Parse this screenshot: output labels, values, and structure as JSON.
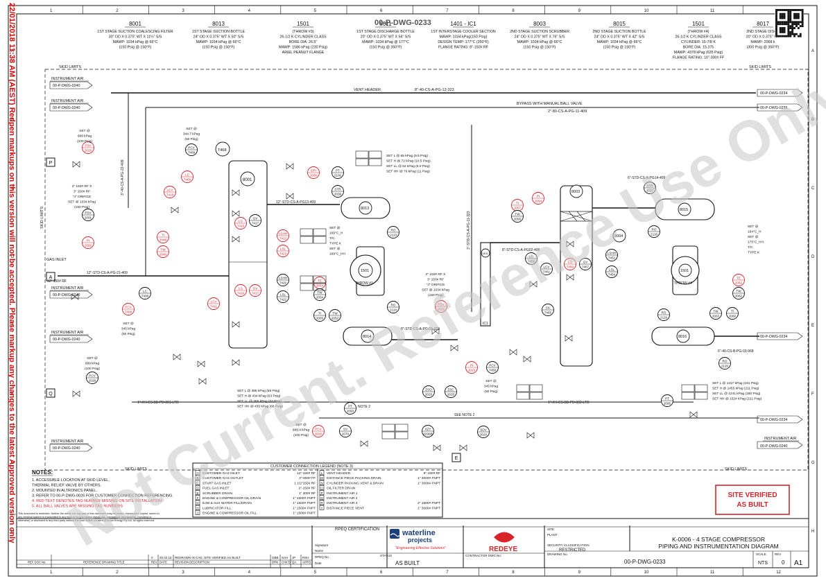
{
  "drawing": {
    "number": "00-P-DWG-0233",
    "top_number": "00-P-DWG-0233",
    "title_line1": "K-0006 - 4 STAGE COMPRESSOR",
    "title_line2": "PIPING AND INSTRUMENTATION DIAGRAM",
    "status": "AS BUILT",
    "security_classification": "RESTRICTED",
    "scale": "NTS",
    "rev": "0",
    "sheet": "A1",
    "site_verified_1": "SITE VERIFIED",
    "site_verified_2": "AS BUILT"
  },
  "watermark": "Not Current. Reference Use Only.",
  "side_banner": "22/01/2018 11:38 AM (AEST) Redpen markups on this version will not be accepted. Please markup any changes to the latest Approved version only",
  "columns": [
    "1",
    "2",
    "3",
    "4",
    "5",
    "6",
    "7",
    "8",
    "9",
    "10",
    "11",
    "12"
  ],
  "rows": [
    "A",
    "B",
    "C",
    "D",
    "E",
    "F",
    "G",
    "H"
  ],
  "equipment": [
    {
      "tag": "8001",
      "l1": "1ST STAGE SUCTION COALESCING FILTER",
      "l2": "30\" OD X 0.375\" WT X 11¼\" S/S",
      "l3": "MAWP: 1034 kPag @ 66°C",
      "l4": "(150 Psig @ 150°F)",
      "l5": ""
    },
    {
      "tag": "8013",
      "l1": "1ST STAGE SUCTION BOTTLE",
      "l2": "24\" OD X 0.375\" WT X 50\" S/S",
      "l3": "MAWP: 1034 kPag @ 66°C",
      "l4": "(150 Psig @ 150°F)",
      "l5": ""
    },
    {
      "tag": "1501",
      "l1": "(THROW #3)",
      "l2": "26-1/2 K CYLINDER CLASS",
      "l3": "BORE DIA: 26.5\"",
      "l4": "MAWP: 1586 kPag (230 Psig)",
      "l5": "ARIEL PEANUT FLANGE"
    },
    {
      "tag": "8011",
      "l1": "1ST STAGE DISCHARGE BOTTLE",
      "l2": "20\" OD X 0.375\" WT X 56\" S/S",
      "l3": "MAWP: 1034 kPag @ 177°C",
      "l4": "(150 Psig @ 350°F)",
      "l5": ""
    },
    {
      "tag": "1401 - IC1",
      "l1": "1ST INTERSTAGE COOLER SECTION",
      "l2": "MAWP: 1034 kPag(150 Psig)",
      "l3": "DESIGN TEMP: 177°C (350°F)",
      "l4": "FLANGE RATING: 8\"-150# RF",
      "l5": ""
    },
    {
      "tag": "8003",
      "l1": "2ND STAGE SUCTION SCRUBBER",
      "l2": "24\" OD X 0.375\" WT X 76\" S/S",
      "l3": "MAWP: 1034 kPag @ 66°C",
      "l4": "(150 Psig @ 150°F)",
      "l5": ""
    },
    {
      "tag": "8015",
      "l1": "2ND STAGE SUCTION BOTTLE",
      "l2": "24\" OD X 0.375\" WT X 42\" S/S",
      "l3": "MAWP: 1034 kPag @ 66°C",
      "l4": "(150 Psig @ 150°F)",
      "l5": ""
    },
    {
      "tag": "1501",
      "l1": "(THROW #4)",
      "l2": "26-1/2 K CYLINDER CLASS",
      "l3": "CYLINDER: 15-7/8 K",
      "l4": "BORE DIA: 15.375",
      "l5": "MAWP: 4378 kPag (635 Psig)",
      "l6": "FLANGE RATING: 10\"-300# FF"
    },
    {
      "tag": "8017",
      "l1": "2ND STAGE DISCH",
      "l2": "20\" OD X 0.375\" WT",
      "l3": "MAWP: 2068 k",
      "l4": "(300 Psig @ 350°F)",
      "l5": ""
    }
  ],
  "lines": {
    "vent_header": "VENT HEADER",
    "vent_line": "8\"-40-CS-A-PG-12-323",
    "bypass": "BYPASS WITH MANUAL BALL VALVE",
    "bypass_line": "2\"-80-CS-A-PG-11-409",
    "skid_limits": "SKID LIMITS",
    "gas_inlet": "GAS INLET",
    "gas_inlet_size": "12\" 150# RF",
    "inlet_line": "12\"-STD-CS-A-PG-21-409",
    "line_13": "12\"-STD-CS-A-PG13-409",
    "line_8": "8\"-STD-CS-A-PG-01-323",
    "line_8b": "8\"-STD-CS-A-PG02-409",
    "line_6": "6\"-STD-CS-A-PG14-409",
    "line_xh1": "1\"-XH-CS-BB-PD-001-LTO",
    "line_xh2": "1\"-XH-CS-BB-PD-002-LTO",
    "line_6b": "6\"-40-CS-B-PG-03-968",
    "vert_line": "3\"-40-CS-A-PG-22-409",
    "vert_line2": "3\"-STD-CS-A-PG-11-323",
    "see_note": "SEE NOTE 2",
    "note2": "NOTE 2"
  },
  "refs": [
    {
      "title": "INSTRUMENT AIR",
      "dwg": "00-P-DWG-0240"
    },
    {
      "title": "INSTRUMENT AIR",
      "dwg": "00-P-DWG-0240"
    },
    {
      "title": "INSTRUMENT AIR",
      "dwg": "00-P-DWG-0240"
    },
    {
      "title": "INSTRUMENT AIR",
      "dwg": "00-P-DWG-0240"
    },
    {
      "title": "INSTRUMENT AIR",
      "dwg": "00-P-DWG-0240"
    }
  ],
  "right_refs": [
    "00-P-DWG-0234",
    "00-P-DWG-0235",
    "00-P-DWG-0234",
    "00-P-DWG-0234"
  ],
  "right_ia": {
    "title": "INSTRUMENT AIR",
    "dwg": "00-P-DWG-0240"
  },
  "setpoints": {
    "psv2026": [
      "SET @",
      "689 kPag",
      "(100 Psig)"
    ],
    "psv2001": [
      "2\" 150# RF X",
      "3\" 150# RF",
      "\"J\" ORIFICE",
      "SET @ 1034 kPag",
      "(150 Psig)"
    ],
    "pcv7408": [
      "SET @",
      "345 kPag",
      "(50 Psig)"
    ],
    "pcv2028": [
      "SET @",
      "689 kPag",
      "(100 Psig)"
    ],
    "pcv7409": [
      "SET @",
      "344.7 kPag",
      "(50 Psig)"
    ],
    "pt2100": [
      "SET L @ 65 kPag (9.5 Psig)",
      "SET H @ 72 kPag (10.5 Psig)",
      "SET LL @ 62 kPag (9.0 Psig)",
      "SET HH @ 76 kPag (11 Psig)"
    ],
    "psv2002": [
      "2\" 150# RF X",
      "3\" 150# RF",
      "\"J\" ORIFICE",
      "SET @ 1034 kPag",
      "(150 Psig)"
    ],
    "pcv7458": [
      "SET @",
      "345 kPag",
      "(50 Psig)"
    ],
    "pt2093": [
      "SET L @ 386 kPag (56 Psig)",
      "SET H @ 434 kPag (63 Psig)",
      "SET LL @ 365 kPag (53 Psig)",
      "SET HH @ 455 kPag (66 Psig)"
    ],
    "pt2095": [
      "SET L @ 1317 kPag (191 Psig)",
      "SET H @ 1455 kPag (211 Psig)",
      "SET LL @ 1241 kPag (180 Psig)",
      "SET HH @ 1524 kPag (221 Psig)"
    ],
    "te2054": [
      "SET @",
      "169°C_H",
      "T/C",
      "TYPE K",
      "SET @",
      "169°C_HH"
    ],
    "te2062": [
      "SET @",
      "164°C_H",
      "SET @",
      "175°C_HH",
      "T/C",
      "TYPE K"
    ],
    "set689": [
      "SET @",
      "689.4 kPag",
      "(100 Psig)"
    ]
  },
  "notes_title": "NOTES:",
  "notes": [
    "1. ACCESSIBLE LOCATION AT SKID LEVEL,",
    "    THERMAL RELIEF VALVE BY OTHERS.",
    "2. MOUNTED IN ALTRONICS PANEL.",
    "3. REFER TO 00-P-DWG-0026 FOR CUSTOMER CONNECTION REFERENCING.",
    "4. RED TEXT DENOTES TAG NUMBER MISSING ON SITE INSTALLATION",
    "5. ALL BALL VALVES ARE MISSING TAG NUMBERS"
  ],
  "legend_title": "CUSTOMER CONNECTION LEGEND (NOTE 3)",
  "legend_left": [
    [
      "A",
      "CUSTOMER GAS INLET",
      "12\"-150# RF"
    ],
    [
      "B",
      "CUSTOMER GAS OUTLET",
      "3\"-900# FF"
    ],
    [
      "C",
      "START GAS INLET",
      "1 1/2\"150# RF"
    ],
    [
      "D",
      "FUEL GAS INLET",
      "2\"-150# RF"
    ],
    [
      "E",
      "SCRUBBER DRAIN",
      "1\" 300# RF"
    ],
    [
      "F",
      "ENGINE & COMPRESSOR OIL DRAIN",
      "1\" 1500# FNPT"
    ],
    [
      "G",
      "EJW & AUX WATER FILL/DRAIN",
      "1\" 1500# FNPT"
    ],
    [
      "H",
      "LUBRICATOR FILL",
      "1\" 1500# FNPT"
    ],
    [
      "J",
      "ENGINE & COMPRESSOR OIL FILL",
      "1\" 1500# FNPT"
    ]
  ],
  "legend_right": [
    [
      "L",
      "VENT HEADER",
      "8\"-150# RF"
    ],
    [
      "M",
      "DISTANCE PIECE PACKING DRAIN",
      "1\" 3000# FNPT"
    ],
    [
      "N",
      "CYLINDER PACKING VENT & DRAIN",
      "1\" 3000# FNPT"
    ],
    [
      "O",
      "OIL FILTER DRAIN",
      ""
    ],
    [
      "P",
      "INSTRUMENT AIR 1",
      ""
    ],
    [
      "Q",
      "INSTRUMENT AIR 2",
      ""
    ],
    [
      "R",
      "INSTRUMENT AIR 3",
      "2\" 1500# FNPT"
    ],
    [
      "Y",
      "DISTANCE PIECE VENT",
      "1\" 3000# FNPT"
    ]
  ],
  "copyright": [
    "This document is restricted. Neither the whole nor any part of this document may be stored, reproduced, copied, stored in",
    "any retrieval system or transmitted in any form or by any means (electronic, mechanical, reprographic, recording or",
    "otherwise) or disclosed to any third party without the prior written consent of Arrow Energy Pty Ltd. All rights reserved."
  ],
  "revision": {
    "rev": "0",
    "date": "25.02.15",
    "desc": "REDRAWN IN CAD, SITE VERIFIED AS BUILT",
    "drn": "GBB",
    "chk": "SAH",
    "qa": "JP",
    "appd": "RSH",
    "headers": [
      "REV",
      "DATE",
      "REVISION DESCRIPTION",
      "DRN",
      "CHK'D",
      "QA",
      "APP'D"
    ],
    "ref_headers": [
      "REF DOC No.",
      "REFERENCE DRAWING TITLE"
    ]
  },
  "title_block": {
    "rpeq": "RPEQ CERTIFICATION",
    "sig": "Signature",
    "name": "Name",
    "rpeq_no": "RPEQ No.",
    "date": "Date",
    "company": "waterline",
    "company2": "projects",
    "tagline": "\"Engineering Effective Solutions\"",
    "redeye": "REDEYE",
    "status_lbl": "STATUS",
    "contractor_lbl": "CONTRACTOR DWG No.",
    "drawing_lbl": "DRAWING No.",
    "site": "SITE",
    "plant": "PLANT",
    "security_lbl": "SECURITY CLASSIFICATION",
    "scale_lbl": "SCALE",
    "rev_lbl": "REV"
  },
  "connections": [
    "A",
    "P",
    "Q",
    "E"
  ],
  "colors": {
    "red": "#d8232a",
    "navy": "#1b3f7a",
    "black": "#111111"
  }
}
